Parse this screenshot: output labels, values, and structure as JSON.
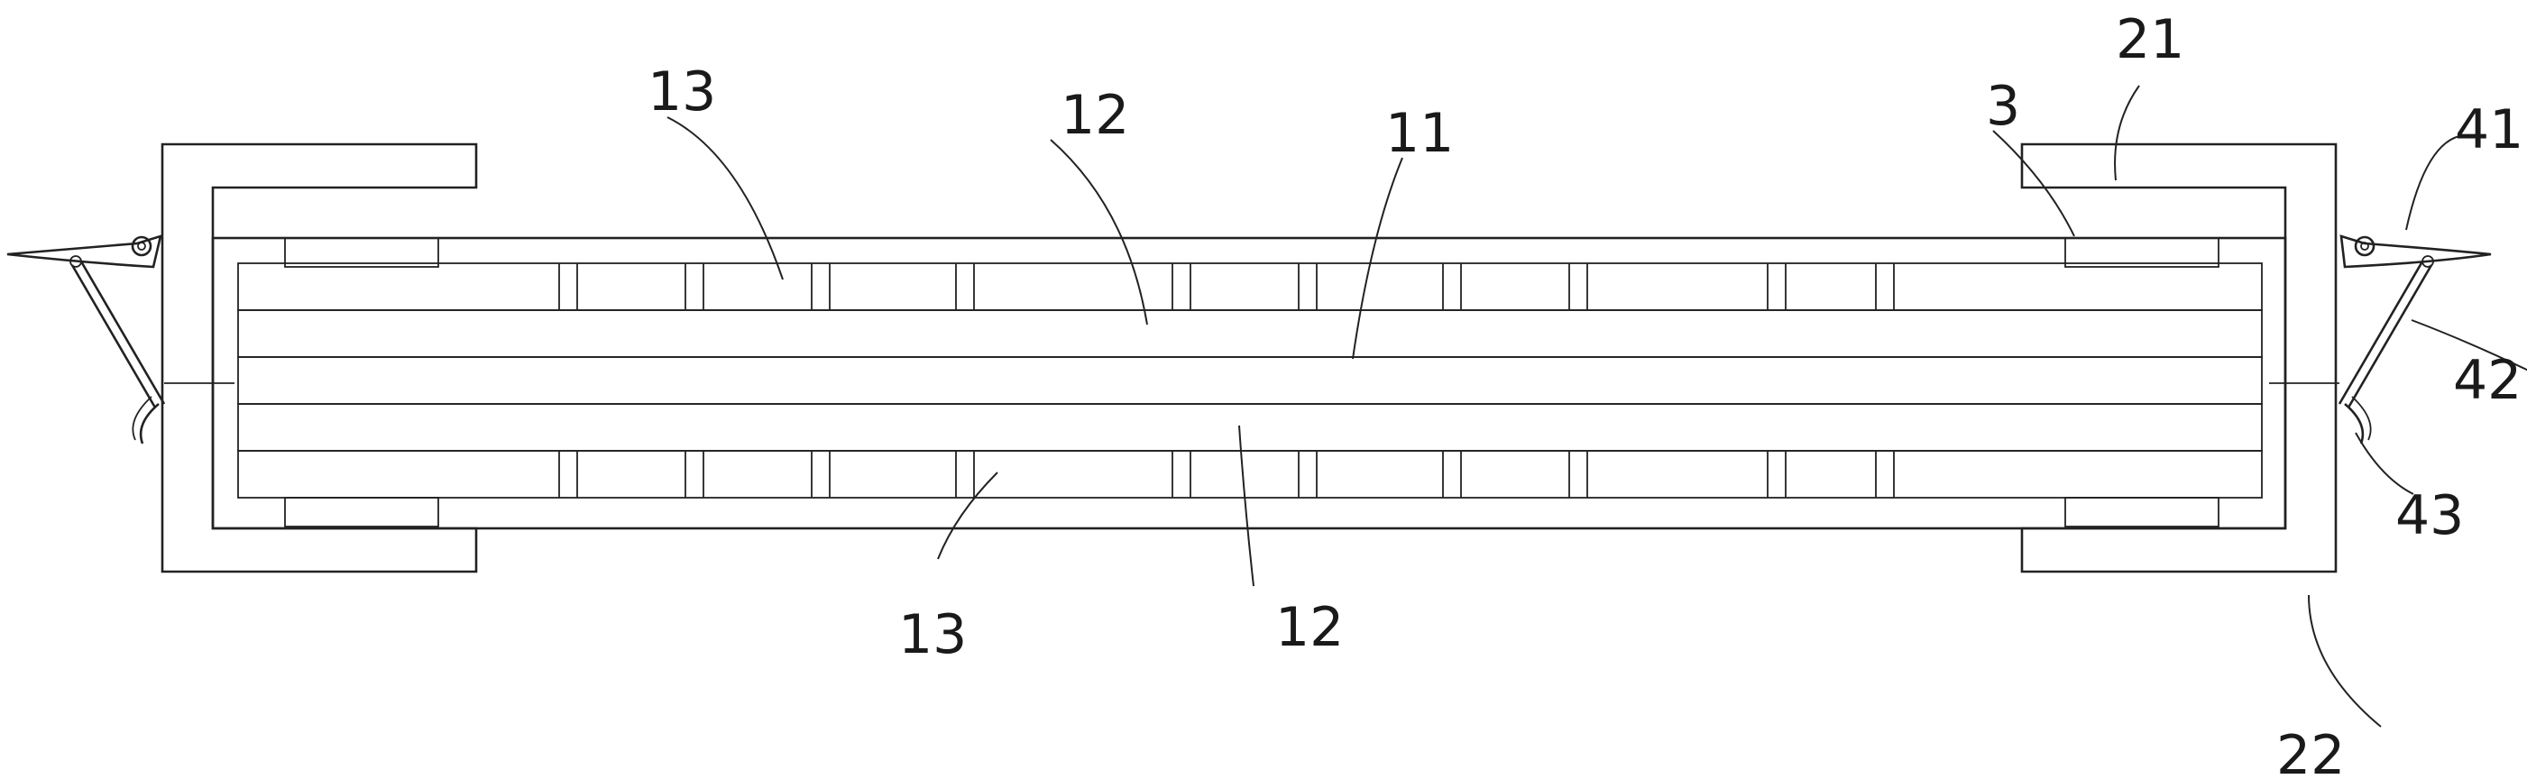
{
  "figure": {
    "labels": {
      "l13_top": "13",
      "l12_top": "12",
      "l11": "11",
      "l3": "3",
      "l21": "21",
      "l41": "41",
      "l42": "42",
      "l43": "43",
      "l13_bottom": "13",
      "l12_bottom": "12",
      "l22": "22"
    }
  }
}
